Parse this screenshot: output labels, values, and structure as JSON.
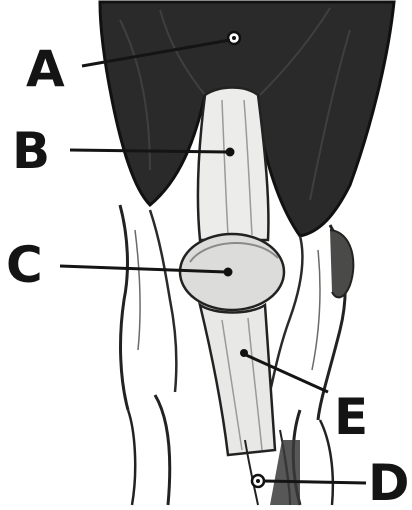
{
  "labels": {
    "a": "A",
    "b": "B",
    "c": "C",
    "d": "D",
    "e": "E"
  },
  "colors": {
    "muscle": "#2a2a2a",
    "bone": "#ececea",
    "ink": "#141414",
    "shade": "#8a8a88",
    "deep": "#3a3a3a"
  }
}
